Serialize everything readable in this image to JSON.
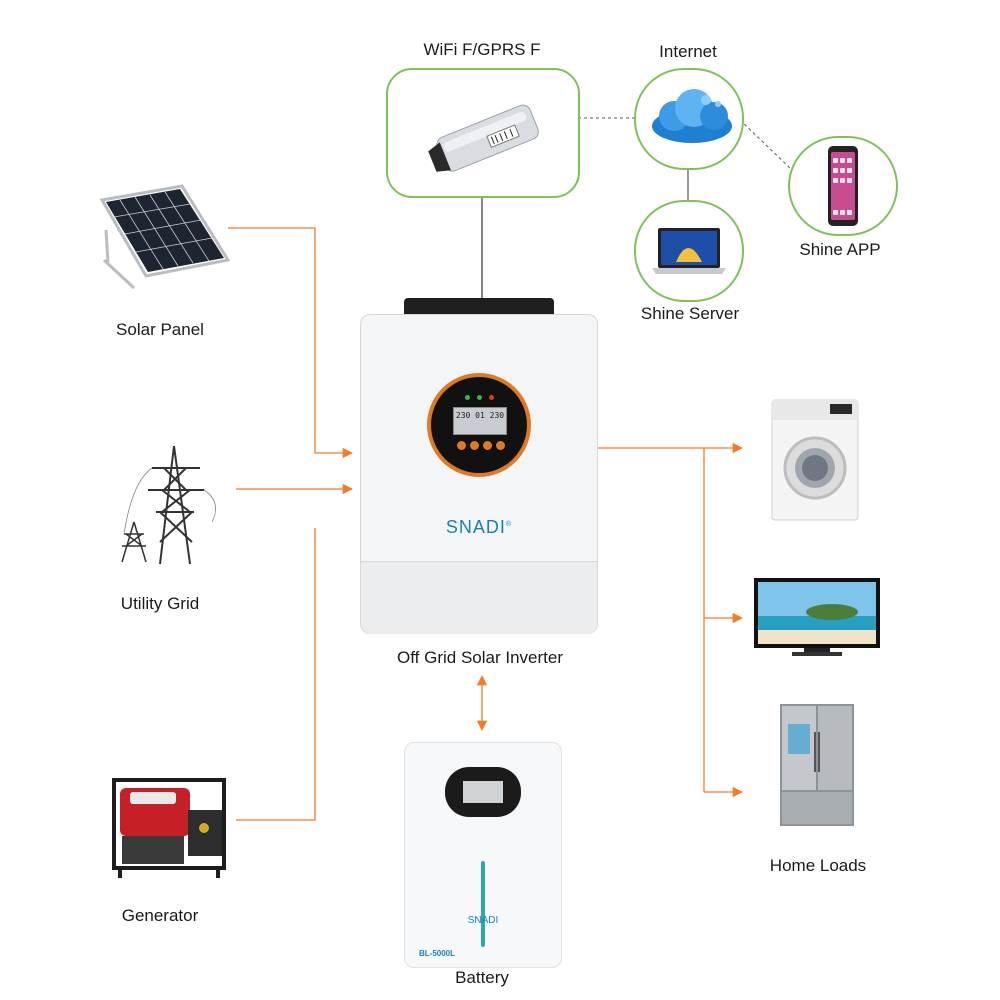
{
  "labels": {
    "wifi": "WiFi F/GPRS F",
    "internet": "Internet",
    "shine_app": "Shine APP",
    "shine_server": "Shine Server",
    "solar_panel": "Solar Panel",
    "utility_grid": "Utility Grid",
    "generator": "Generator",
    "inverter": "Off Grid Solar Inverter",
    "battery": "Battery",
    "home_loads": "Home Loads"
  },
  "inverter_display": {
    "brand": "SNADI",
    "trademark": "®",
    "lcd_reading": "230 01 230"
  },
  "battery_device": {
    "brand": "SNADI",
    "model": "BL-5000L"
  },
  "colors": {
    "power_line": "#f07c2c",
    "comm_line": "#333333",
    "box_border": "#7dc35a",
    "brand": "#1a7fc1"
  }
}
